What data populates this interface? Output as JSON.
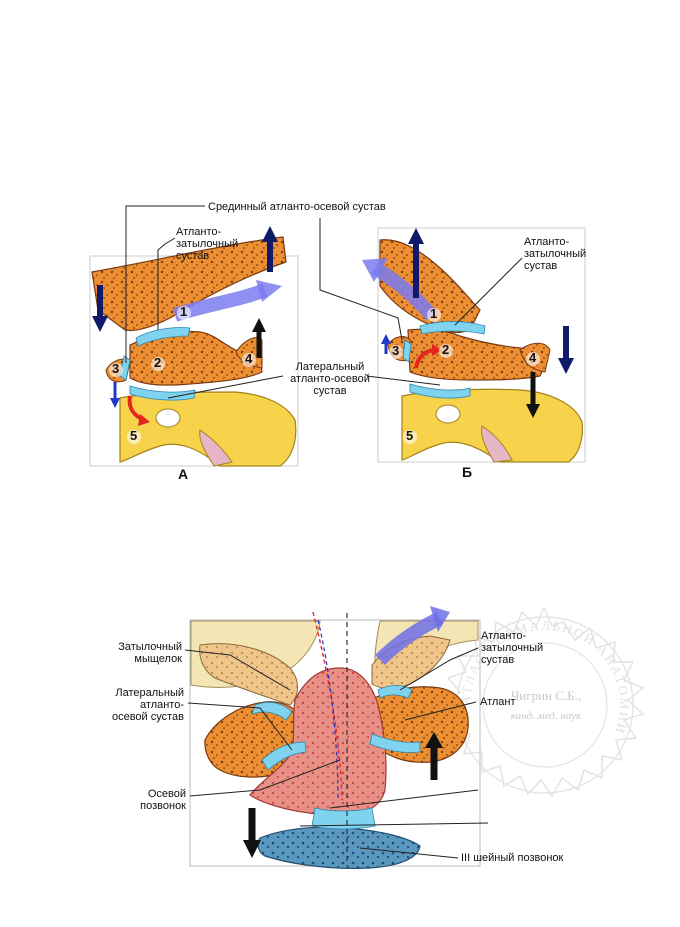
{
  "figure_top": {
    "panels": [
      {
        "id": "A",
        "letter": "А"
      },
      {
        "id": "B",
        "letter": "Б"
      }
    ],
    "labels": {
      "median_joint": "Срединный атланто-осевой сустав",
      "atlanto_occipital_a": "Атланто-\nзатылочный\nсустав",
      "atlanto_occipital_b": "Атланто-\nзатылочный\nсустав",
      "lateral_joint": "Латеральный\nатланто-осевой\nсустав"
    },
    "bone_numbers": [
      "1",
      "2",
      "3",
      "4",
      "5"
    ]
  },
  "figure_bottom": {
    "labels": {
      "occipital_condyle": "Затылочный\nмыщелок",
      "lateral_joint": "Латеральный\nатланто-\nосевой сустав",
      "axis": "Осевой\nпозвонок",
      "atlanto_occipital": "Атланто-\nзатылочный\nсустав",
      "atlas": "Атлант",
      "c3": "III шейный позвонок"
    }
  },
  "watermark": {
    "ring_text": "АТЛАС НОРМАЛЬНОЙ АНАТОМИИ",
    "center_line1": "Чигрин С.Б.,",
    "center_line2": "канд. мед. наук"
  },
  "colors": {
    "bone": "#e98b2e",
    "bone_light": "#f3c16a",
    "vertebra_yellow": "#f6d34a",
    "cartilage": "#7fd3ee",
    "arrow_dark": "#101a6a",
    "arrow_blue": "#1f39c9",
    "arrow_purple": "#7b7cf0",
    "arrow_red": "#e5261d",
    "c3_blue": "#4f8fb6"
  }
}
